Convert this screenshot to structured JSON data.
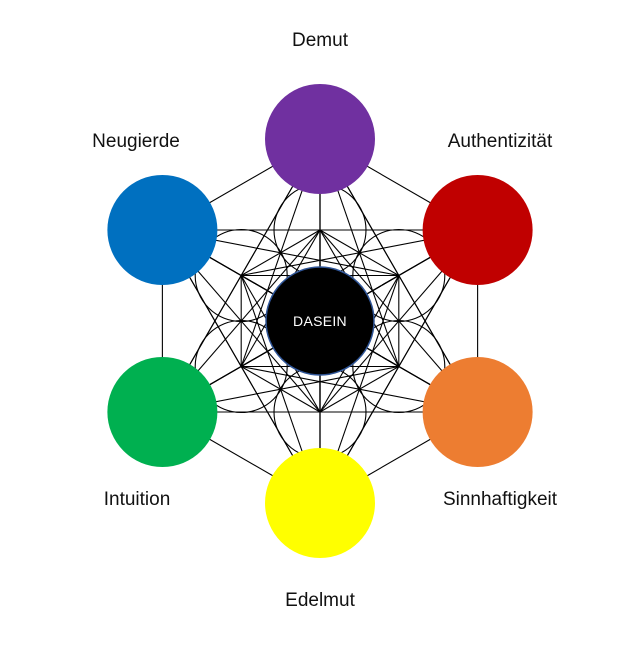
{
  "diagram": {
    "center": {
      "label": "DASEIN",
      "color": "#000000"
    },
    "nodes": [
      {
        "id": "demut",
        "label": "Demut",
        "color": "#7030a0"
      },
      {
        "id": "authentizitaet",
        "label": "Authentizität",
        "color": "#c00000"
      },
      {
        "id": "sinnhaftigkeit",
        "label": "Sinnhaftigkeit",
        "color": "#ed7d31"
      },
      {
        "id": "edelmut",
        "label": "Edelmut",
        "color": "#ffff00"
      },
      {
        "id": "intuition",
        "label": "Intuition",
        "color": "#00b050"
      },
      {
        "id": "neugierde",
        "label": "Neugierde",
        "color": "#0070c0"
      }
    ],
    "line_color": "#000000"
  }
}
